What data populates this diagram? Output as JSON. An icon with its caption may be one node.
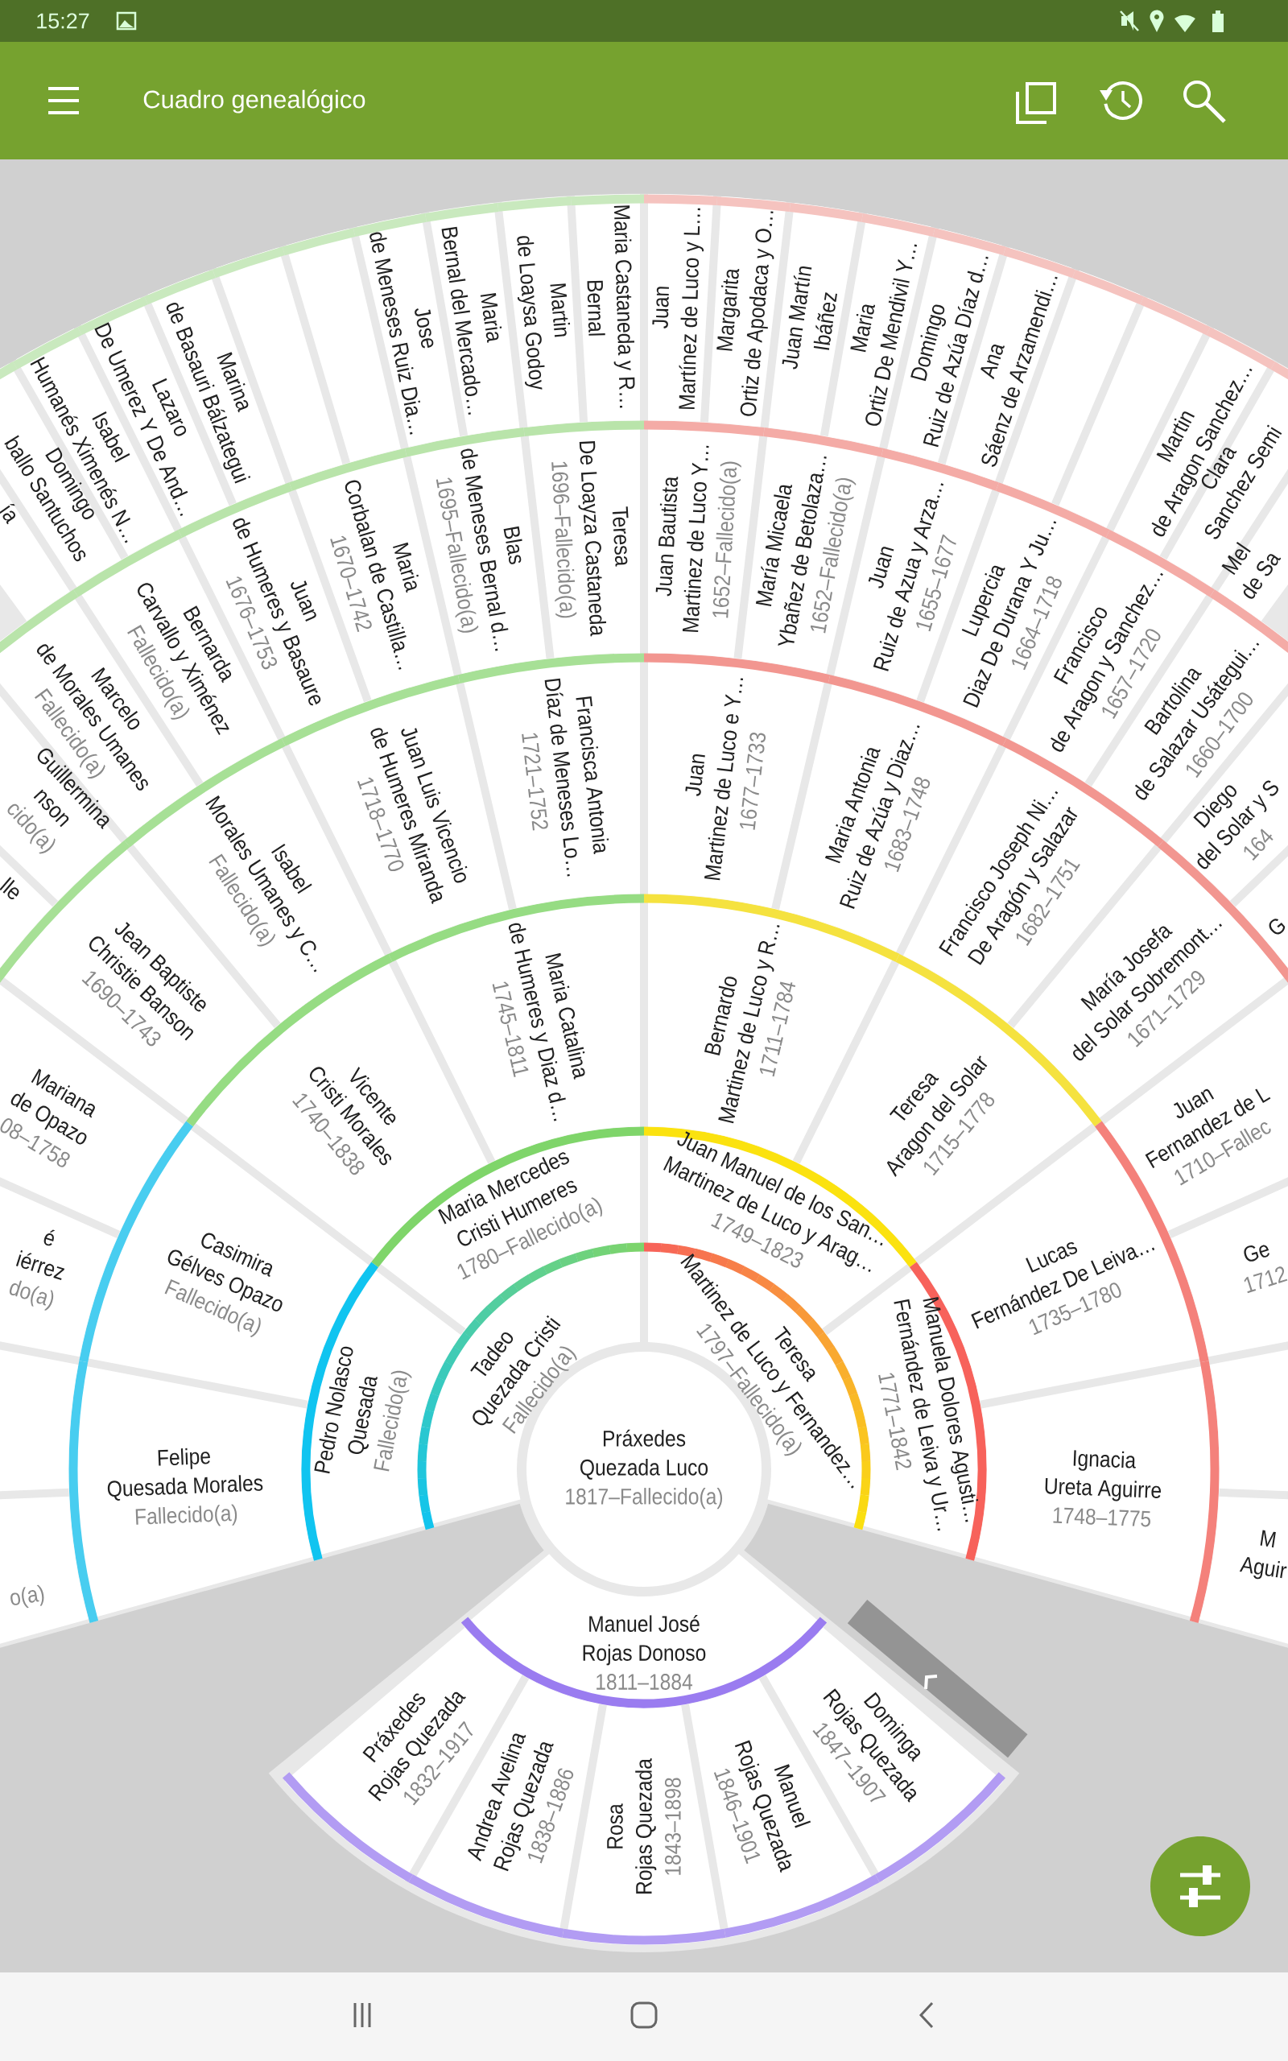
{
  "diagram": {
    "title": "Cuadro genealógico",
    "nodes": [
      {
        "text": [
          "Práxedes",
          "Quezada Luco",
          "1817–Fallecido(a)"
        ]
      },
      {
        "text": [
          "Tadeo",
          "Quezada Cristi",
          "Fallecido(a)"
        ]
      },
      {
        "text": [
          "Teresa",
          "Martinez de Luco y Fernandez…",
          "1797–Fallecido(a)"
        ]
      },
      {
        "text": [
          "Pedro Nolasco",
          "Quesada",
          "Fallecido(a)"
        ]
      },
      {
        "text": [
          "Maria Mercedes",
          "Cristi Humeres",
          "1780–Fallecido(a)"
        ]
      },
      {
        "text": [
          "Juan Manuel de los San…",
          "Martinez de Luco y Arag…",
          "1749–1823"
        ]
      },
      {
        "text": [
          "Manuela Dolores Agusti…",
          "Fernández de Leiva y Ur…",
          "1771–1842"
        ]
      },
      {
        "text": [
          "Felipe",
          "Quesada Morales",
          "Fallecido(a)"
        ]
      },
      {
        "text": [
          "Casimira",
          "Gélves Opazo",
          "Fallecido(a)"
        ]
      },
      {
        "text": [
          "Vicente",
          "Cristi Morales",
          "1740–1838"
        ]
      },
      {
        "text": [
          "Maria Catalina",
          "de Humeres y Diaz d…",
          "1745–1811"
        ]
      },
      {
        "text": [
          "Bernardo",
          "Martinez de Luco y R…",
          "1711–1784"
        ]
      },
      {
        "text": [
          "Teresa",
          "Aragon del Solar",
          "1715–1778"
        ]
      },
      {
        "text": [
          "Lucas",
          "Fernández De Leiva…",
          "1735–1780"
        ]
      },
      {
        "text": [
          "Ignacia",
          "Ureta Aguirre",
          "1748–1775"
        ]
      },
      {
        "text": [
          "o(a)"
        ]
      },
      {
        "text": [],
        "shape": "box"
      },
      {
        "text": [
          "é",
          "iérrez",
          "do(a)"
        ]
      },
      {
        "text": [
          "Mariana",
          "de Opazo",
          "08–1758"
        ]
      },
      {
        "text": [
          "Jean Baptiste",
          "Christie Banson",
          "1690–1743"
        ]
      },
      {
        "text": [
          "Isabel",
          "Morales Umanes y C…",
          "Fallecido(a)"
        ]
      },
      {
        "text": [
          "Juan Luis Vicencio",
          "de Humeres Miranda",
          "1718–1770"
        ]
      },
      {
        "text": [
          "Francisca Antonia",
          "Díaz de Meneses Lo…",
          "1721–1752"
        ]
      },
      {
        "text": [
          "Juan",
          "Martinez de Luco e Y…",
          "1677–1733"
        ]
      },
      {
        "text": [
          "Maria Antonia",
          "Ruiz de Azúa y Diaz…",
          "1683–1748"
        ]
      },
      {
        "text": [
          "Francisco Joseph Ni…",
          "De Aragón y Salazar",
          "1682–1751"
        ]
      },
      {
        "text": [
          "María Josefa",
          "del Solar Sobremont…",
          "1671–1729"
        ]
      },
      {
        "text": [
          "Juan",
          "Fernandez de L",
          "1710–Fallec"
        ]
      },
      {
        "text": [
          "Ge",
          "1712"
        ]
      },
      {
        "text": [],
        "shape": "box"
      },
      {
        "text": [
          "M",
          "Aguir"
        ]
      },
      {
        "text": [
          "lle"
        ]
      },
      {
        "text": [
          "Guillermina",
          "nson",
          "cido(a)"
        ]
      },
      {
        "text": [
          "Marcelo",
          "de Morales Umanes",
          "Fallecido(a)"
        ]
      },
      {
        "text": [
          "Bernarda",
          "Carvallo y Ximénez",
          "Fallecido(a)"
        ]
      },
      {
        "text": [
          "Juan",
          "de Humeres y Basaure",
          "1676–1753"
        ]
      },
      {
        "text": [
          "Maria",
          "Corbalan de Castilla…",
          "1670–1742"
        ]
      },
      {
        "text": [
          "Blas",
          "de Meneses Bernal d…",
          "1695–Fallecido(a)"
        ]
      },
      {
        "text": [
          "Teresa",
          "De Loayza Castaneda",
          "1696–Fallecido(a)"
        ]
      },
      {
        "text": [
          "Juan Bautista",
          "Martinez de Luco Y…",
          "1652–Fallecido(a)"
        ]
      },
      {
        "text": [
          "María Micaela",
          "Ybañez de Betolaza…",
          "1652–Fallecido(a)"
        ]
      },
      {
        "text": [
          "Juan",
          "Ruiz de Azua y Arza…",
          "1655–1677"
        ]
      },
      {
        "text": [
          "Lupercia",
          "Diaz De Durana Y Ju…",
          "1664–1718"
        ]
      },
      {
        "text": [
          "Francisco",
          "de Aragon y Sanchez…",
          "1657–1720"
        ]
      },
      {
        "text": [
          "Bartolina",
          "de Salazar Usátegui…",
          "1660–1700"
        ]
      },
      {
        "text": [
          "Diego",
          "del Solar y S",
          "164"
        ]
      },
      {
        "text": [
          "G"
        ]
      },
      {
        "text": [
          "ía"
        ]
      },
      {
        "text": [
          "Domingo",
          "ballo Santuchos"
        ]
      },
      {
        "text": [
          "Isabel",
          "Humanés Ximenés N…"
        ]
      },
      {
        "text": [
          "Lazaro",
          "De Umerez Y De And…"
        ]
      },
      {
        "text": [
          "Marina",
          "de Basauri Bálzategui"
        ]
      },
      {
        "text": [],
        "shape": "box"
      },
      {
        "text": [],
        "shape": "box"
      },
      {
        "text": [
          "Jose",
          "de Meneses Ruiz Dia…"
        ]
      },
      {
        "text": [
          "Maria",
          "Bernal del Mercado…"
        ]
      },
      {
        "text": [
          "Martin",
          "de Loaysa Godoy"
        ]
      },
      {
        "text": [
          "Maria Castaneda y R…",
          "Bernal"
        ]
      },
      {
        "text": [
          "Juan",
          "Martínez de Luco y L…"
        ]
      },
      {
        "text": [
          "Margarita",
          "Ortiz de Apodaca y O…"
        ]
      },
      {
        "text": [
          "Juan Martín",
          "Ibáñez"
        ]
      },
      {
        "text": [
          "Maria",
          "Ortiz De Mendivil Y…"
        ]
      },
      {
        "text": [
          "Domingo",
          "Ruiz de Azúa Díaz d…"
        ]
      },
      {
        "text": [
          "Ana",
          "Sáenz de Arzamendi…"
        ]
      },
      {
        "text": [],
        "shape": "box"
      },
      {
        "text": [],
        "shape": "box"
      },
      {
        "text": [
          "Martin",
          "de Aragon Sanchez…"
        ]
      },
      {
        "text": [
          "Clara",
          "Sanchez Semi"
        ]
      },
      {
        "text": [
          "Mel",
          "de Sa"
        ]
      },
      {
        "text": [
          "Manuel José",
          "Rojas Donoso",
          "1811–1884"
        ]
      },
      {
        "text": [
          "Práxedes",
          "Rojas Quezada",
          "1832–1917"
        ]
      },
      {
        "text": [
          "Andrea Avelina",
          "Rojas Quezada",
          "1838–1886"
        ]
      },
      {
        "text": [
          "Rosa",
          "Rojas Quezada",
          "1843–1898"
        ]
      },
      {
        "text": [
          "Manuel",
          "Rojas Quezada",
          "1846–1901"
        ]
      },
      {
        "text": [
          "Dominga",
          "Rojas Quezada",
          "1847–1907"
        ]
      }
    ],
    "labels": [
      "15:27"
    ]
  }
}
